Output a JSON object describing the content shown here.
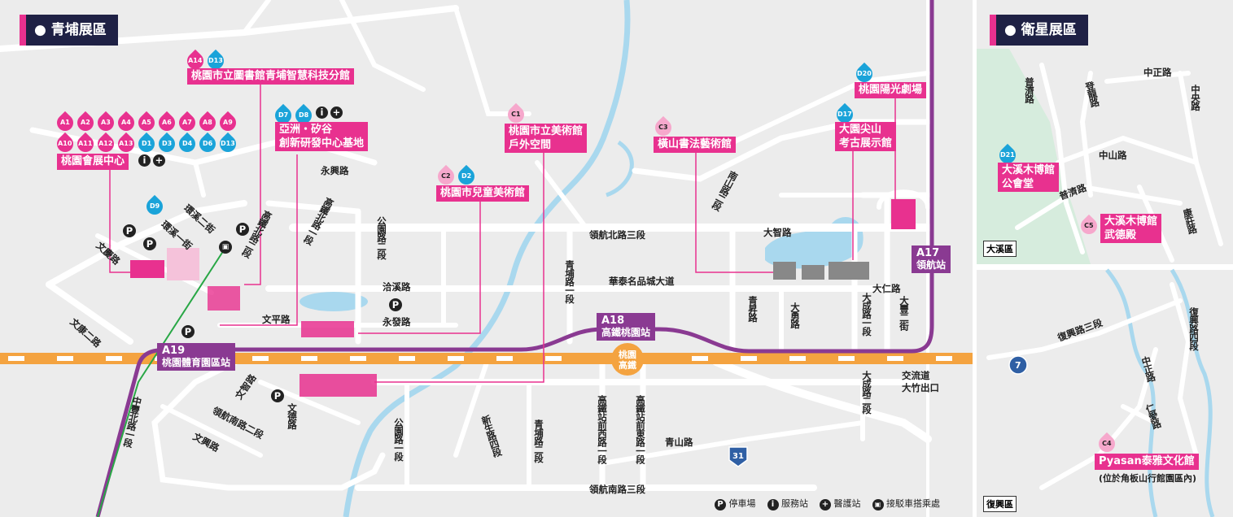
{
  "panels": {
    "qingpu": "青埔展區",
    "weixing": "衛星展區"
  },
  "drop_badges": {
    "convention": {
      "row1": [
        "A1",
        "A2",
        "A3",
        "A4",
        "A5",
        "A6",
        "A7",
        "A8",
        "A9"
      ],
      "row2": [
        "A10",
        "A11",
        "A12",
        "A13",
        "D1",
        "D3",
        "D4",
        "D6",
        "D13"
      ]
    },
    "library": [
      "A14",
      "D13"
    ],
    "asia_silicon": [
      "D7",
      "D8"
    ],
    "d9": [
      "D9"
    ],
    "children_museum": [
      "C2",
      "D2"
    ],
    "art_museum": [
      "C1"
    ],
    "calligraphy": [
      "C3"
    ],
    "theater": [
      "D20"
    ],
    "archaeology": [
      "D17"
    ],
    "daxi_public_hall": [
      "D21"
    ],
    "daxi_martial_hall": [
      "C5"
    ],
    "pyasan": [
      "C4"
    ]
  },
  "venues": {
    "convention": "桃園會展中心",
    "library": "桃園市立圖書館青埔智慧科技分館",
    "asia_silicon_l1": "亞洲・矽谷",
    "asia_silicon_l2": "創新研發中心基地",
    "children_museum": "桃園市兒童美術館",
    "art_museum_l1": "桃園市立美術館",
    "art_museum_l2": "戶外空間",
    "calligraphy": "橫山書法藝術館",
    "theater": "桃園陽光劇場",
    "archaeology_l1": "大園尖山",
    "archaeology_l2": "考古展示館",
    "daxi_public_hall_l1": "大溪木博館",
    "daxi_public_hall_l2": "公會堂",
    "daxi_martial_hall_l1": "大溪木博館",
    "daxi_martial_hall_l2": "武德殿",
    "pyasan": "Pyasan泰雅文化館",
    "pyasan_note": "(位於角板山行館園區內)"
  },
  "stations": {
    "a17_code": "A17",
    "a17_name": "領航站",
    "a18_code": "A18",
    "a18_name": "高鐵桃園站",
    "a19_code": "A19",
    "a19_name": "桃園體育園區站",
    "hsr": "桃園高鐵"
  },
  "roads": {
    "yongxing": "永興路",
    "linghang_n3": "領航北路三段",
    "huatai": "華泰名品城大道",
    "dazhi": "大智路",
    "daren": "大仁路",
    "wenping": "文平路",
    "yufa": "永發路",
    "yuxi": "洽溪路",
    "wenkang2": "文康二路",
    "wenqing": "文慶路",
    "huanxi1": "環溪一街",
    "huanxi2": "環溪二街",
    "jiaoliu1": "交流道",
    "jiaoliu2": "大竹出口",
    "qingshan": "青山路",
    "linghang_s3": "領航南路三段",
    "gongyuan1": "公園路二段",
    "qingpu1": "青埔路一段",
    "qingsheng": "青昇路",
    "dayong": "大勇路",
    "dacheng1": "大成路一段",
    "dafeng2": "大豐二街",
    "dacheng2": "大成路二段",
    "gongyuan2": "公園路一段",
    "qingpu2": "青埔路二段",
    "gaotie_w1": "高鐵站前西路一段",
    "gaotie_e1": "高鐵站前東路一段",
    "xinsheng4": "新生路四段",
    "zhongfeng": "中豐北路一段",
    "linghang_s2": "領航南路二段",
    "wenxing": "文興路",
    "wenzhi": "文智路",
    "wende": "文德路",
    "gaotie_n2": "高鐵北路二段",
    "gaotie_n1": "高鐵北路一段",
    "nanshan": "南山路二段",
    "zhongzheng": "中正路",
    "puji": "普濟路",
    "dengyun": "登龍路",
    "zhongyang": "中央路",
    "zhongshan": "中山路",
    "puji2": "普濟路",
    "tonghua": "康莊路",
    "fuxing3": "復興路三段",
    "fuxing4": "復興路四段",
    "zhongzheng2": "中正路",
    "renai": "仁愛路"
  },
  "districts": {
    "daxi": "大溪區",
    "fuxing": "復興區"
  },
  "highway_shields": {
    "h31": "31",
    "h7": "7"
  },
  "legend": {
    "parking": "停車場",
    "service": "服務站",
    "medical": "醫護站",
    "shuttle": "接駁車搭乘處"
  },
  "icons": {
    "parking": "P",
    "info": "i",
    "plus": "+"
  },
  "colors": {
    "pink": "#e8318f",
    "cyan": "#1aa3d9",
    "lightpink": "#f6a8cc",
    "navy": "#1f2145",
    "purple": "#8a3a92",
    "orange": "#f4a340"
  }
}
